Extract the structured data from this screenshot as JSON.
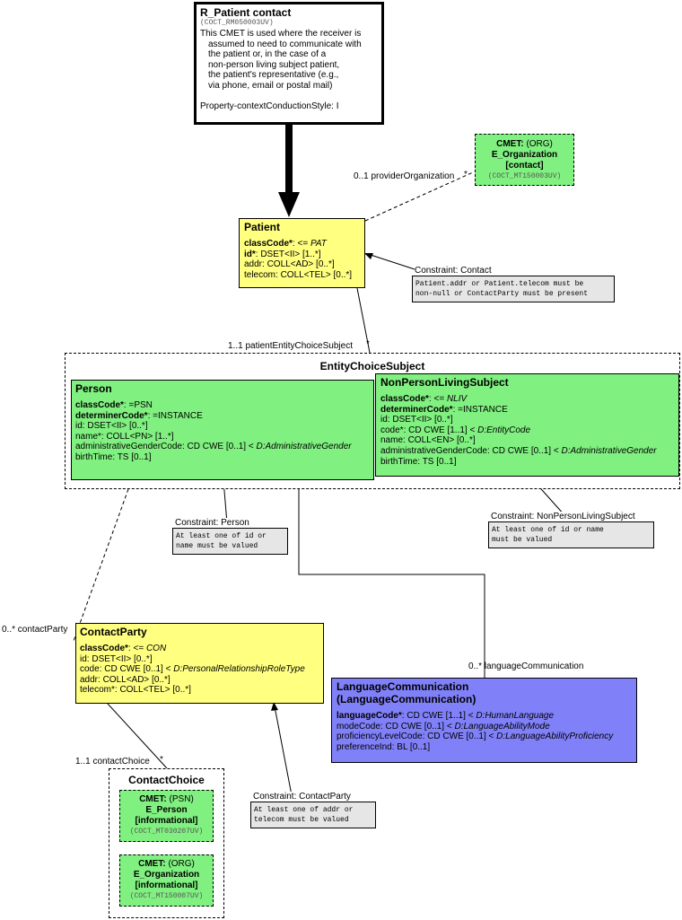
{
  "root": {
    "title": "R_Patient contact",
    "code": "(COCT_RM050003UV)",
    "desc_lines": [
      "This CMET is used where the receiver is",
      "assumed to need to communicate with",
      "the patient or, in the case of a",
      "non-person living subject patient,",
      "the patient's representative (e.g.,",
      "via phone, email or postal mail)"
    ],
    "style": "Property-contextConductionStyle: I"
  },
  "org_cmet": {
    "cmet": "CMET:",
    "type": "(ORG)",
    "name": "E_Organization",
    "mode": "[contact]",
    "code": "(COCT_MT150003UV)"
  },
  "provider_label": "0..1 providerOrganization",
  "patient": {
    "title": "Patient",
    "attrs": [
      {
        "name": "classCode*",
        "rest": ": <= ",
        "val": "PAT"
      },
      {
        "name": "id*",
        "rest": ": DSET<II> [1..*]",
        "val": ""
      },
      {
        "name": "addr",
        "rest": ": COLL<AD> [0..*]",
        "val": ""
      },
      {
        "name": "telecom",
        "rest": ": COLL<TEL> [0..*]",
        "val": ""
      }
    ]
  },
  "contact_constraint": {
    "label": "Constraint: Contact",
    "text": "Patient.addr or Patient.telecom must be\nnon-null or ContactParty must be present"
  },
  "entity_label": "1..1 patientEntityChoiceSubject",
  "entity": {
    "title": "EntityChoiceSubject"
  },
  "person": {
    "title": "Person",
    "attrs": [
      {
        "name": "classCode*",
        "rest": ": =PSN",
        "val": ""
      },
      {
        "name": "determinerCode*",
        "rest": ": =INSTANCE",
        "val": ""
      },
      {
        "name": "id",
        "rest": ": DSET<II> [0..*]",
        "val": ""
      },
      {
        "name": "name*",
        "rest": ": COLL<PN> [1..*]",
        "val": ""
      },
      {
        "name": "administrativeGenderCode",
        "rest": ": CD CWE [0..1] < ",
        "val": "D:AdministrativeGender"
      },
      {
        "name": "birthTime",
        "rest": ": TS [0..1]",
        "val": ""
      }
    ]
  },
  "nonperson": {
    "title": "NonPersonLivingSubject",
    "attrs": [
      {
        "name": "classCode*",
        "rest": ": <= ",
        "val": "NLIV"
      },
      {
        "name": "determinerCode*",
        "rest": ": =INSTANCE",
        "val": ""
      },
      {
        "name": "id",
        "rest": ": DSET<II> [0..*]",
        "val": ""
      },
      {
        "name": "code*",
        "rest": ": CD CWE [1..1] < ",
        "val": "D:EntityCode"
      },
      {
        "name": "name",
        "rest": ": COLL<EN> [0..*]",
        "val": ""
      },
      {
        "name": "administrativeGenderCode",
        "rest": ": CD CWE [0..1] < ",
        "val": "D:AdministrativeGender"
      },
      {
        "name": "birthTime",
        "rest": ": TS [0..1]",
        "val": ""
      }
    ]
  },
  "person_constraint": {
    "label": "Constraint: Person",
    "text": "At least one of id or\nname must be valued"
  },
  "nonperson_constraint": {
    "label": "Constraint: NonPersonLivingSubject",
    "text": "At least one of id or name\nmust be valued"
  },
  "contactparty_label": "0..* contactParty",
  "contactparty": {
    "title": "ContactParty",
    "attrs": [
      {
        "name": "classCode*",
        "rest": ": <= ",
        "val": "CON"
      },
      {
        "name": "id",
        "rest": ": DSET<II> [0..*]",
        "val": ""
      },
      {
        "name": "code",
        "rest": ": CD CWE [0..1] < ",
        "val": "D:PersonalRelationshipRoleType"
      },
      {
        "name": "addr",
        "rest": ": COLL<AD> [0..*]",
        "val": ""
      },
      {
        "name": "telecom*",
        "rest": ": COLL<TEL> [0..*]",
        "val": ""
      }
    ]
  },
  "langcomm_label": "0..* languageCommunication",
  "langcomm": {
    "title1": "LanguageCommunication",
    "title2": "(LanguageCommunication)",
    "attrs": [
      {
        "name": "languageCode*",
        "rest": ": CD CWE [1..1] < ",
        "val": "D:HumanLanguage"
      },
      {
        "name": "modeCode",
        "rest": ": CD CWE [0..1] < ",
        "val": "D:LanguageAbilityMode"
      },
      {
        "name": "proficiencyLevelCode",
        "rest": ": CD CWE [0..1] < ",
        "val": "D:LanguageAbilityProficiency"
      },
      {
        "name": "preferenceInd",
        "rest": ": BL [0..1]",
        "val": ""
      }
    ]
  },
  "contactchoice_label": "1..1 contactChoice",
  "contactchoice": {
    "title": "ContactChoice"
  },
  "psn_cmet": {
    "cmet": "CMET:",
    "type": "(PSN)",
    "name": "E_Person",
    "mode": "[informational]",
    "code": "(COCT_MT030207UV)"
  },
  "org2_cmet": {
    "cmet": "CMET:",
    "type": "(ORG)",
    "name": "E_Organization",
    "mode": "[informational]",
    "code": "(COCT_MT150007UV)"
  },
  "contactparty_constraint": {
    "label": "Constraint: ContactParty",
    "text": "At least one of addr or\ntelecom must be valued"
  },
  "star": "*"
}
